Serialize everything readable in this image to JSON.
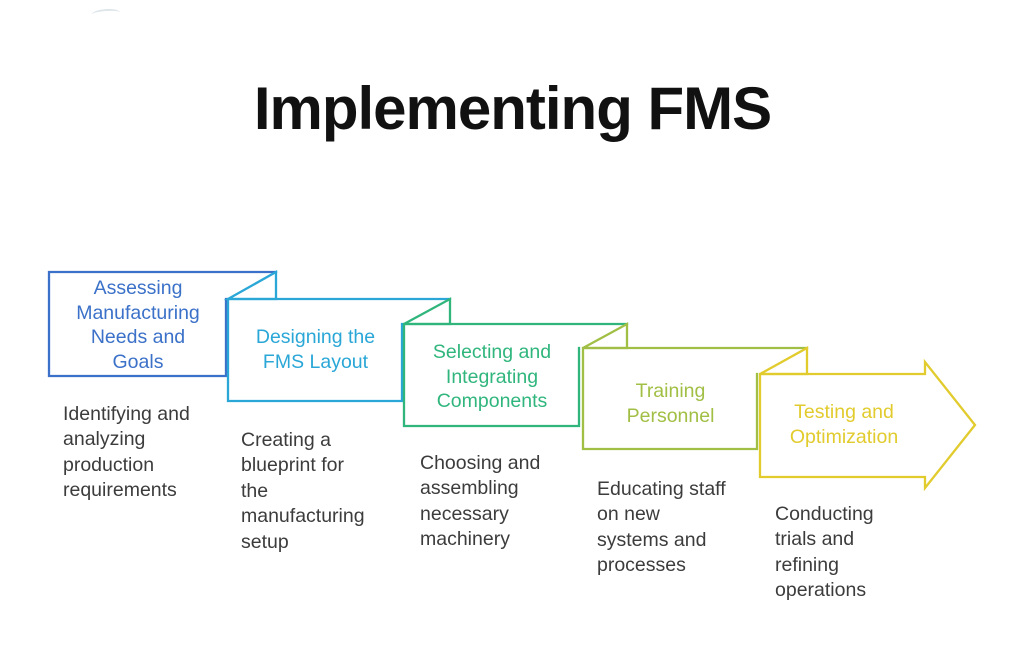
{
  "title": "Implementing FMS",
  "title_color": "#111111",
  "description_color": "#3c3c3c",
  "background_color": "#ffffff",
  "steps": [
    {
      "label": "Assessing\nManufacturing\nNeeds and\nGoals",
      "description": "Identifying and\nanalyzing\nproduction\nrequirements",
      "color": "#3b71c8"
    },
    {
      "label": "Designing the\nFMS Layout",
      "description": "Creating a\nblueprint for\nthe\nmanufacturing\nsetup",
      "color": "#2aa7d7"
    },
    {
      "label": "Selecting and\nIntegrating\nComponents",
      "description": "Choosing and\nassembling\nnecessary\nmachinery",
      "color": "#30b67d"
    },
    {
      "label": "Training\nPersonnel",
      "description": "Educating staff\non new\nsystems and\nprocesses",
      "color": "#a1bf44"
    },
    {
      "label": "Testing and\nOptimization",
      "description": "Conducting\ntrials and\nrefining\noperations",
      "color": "#e2cb2d"
    }
  ]
}
